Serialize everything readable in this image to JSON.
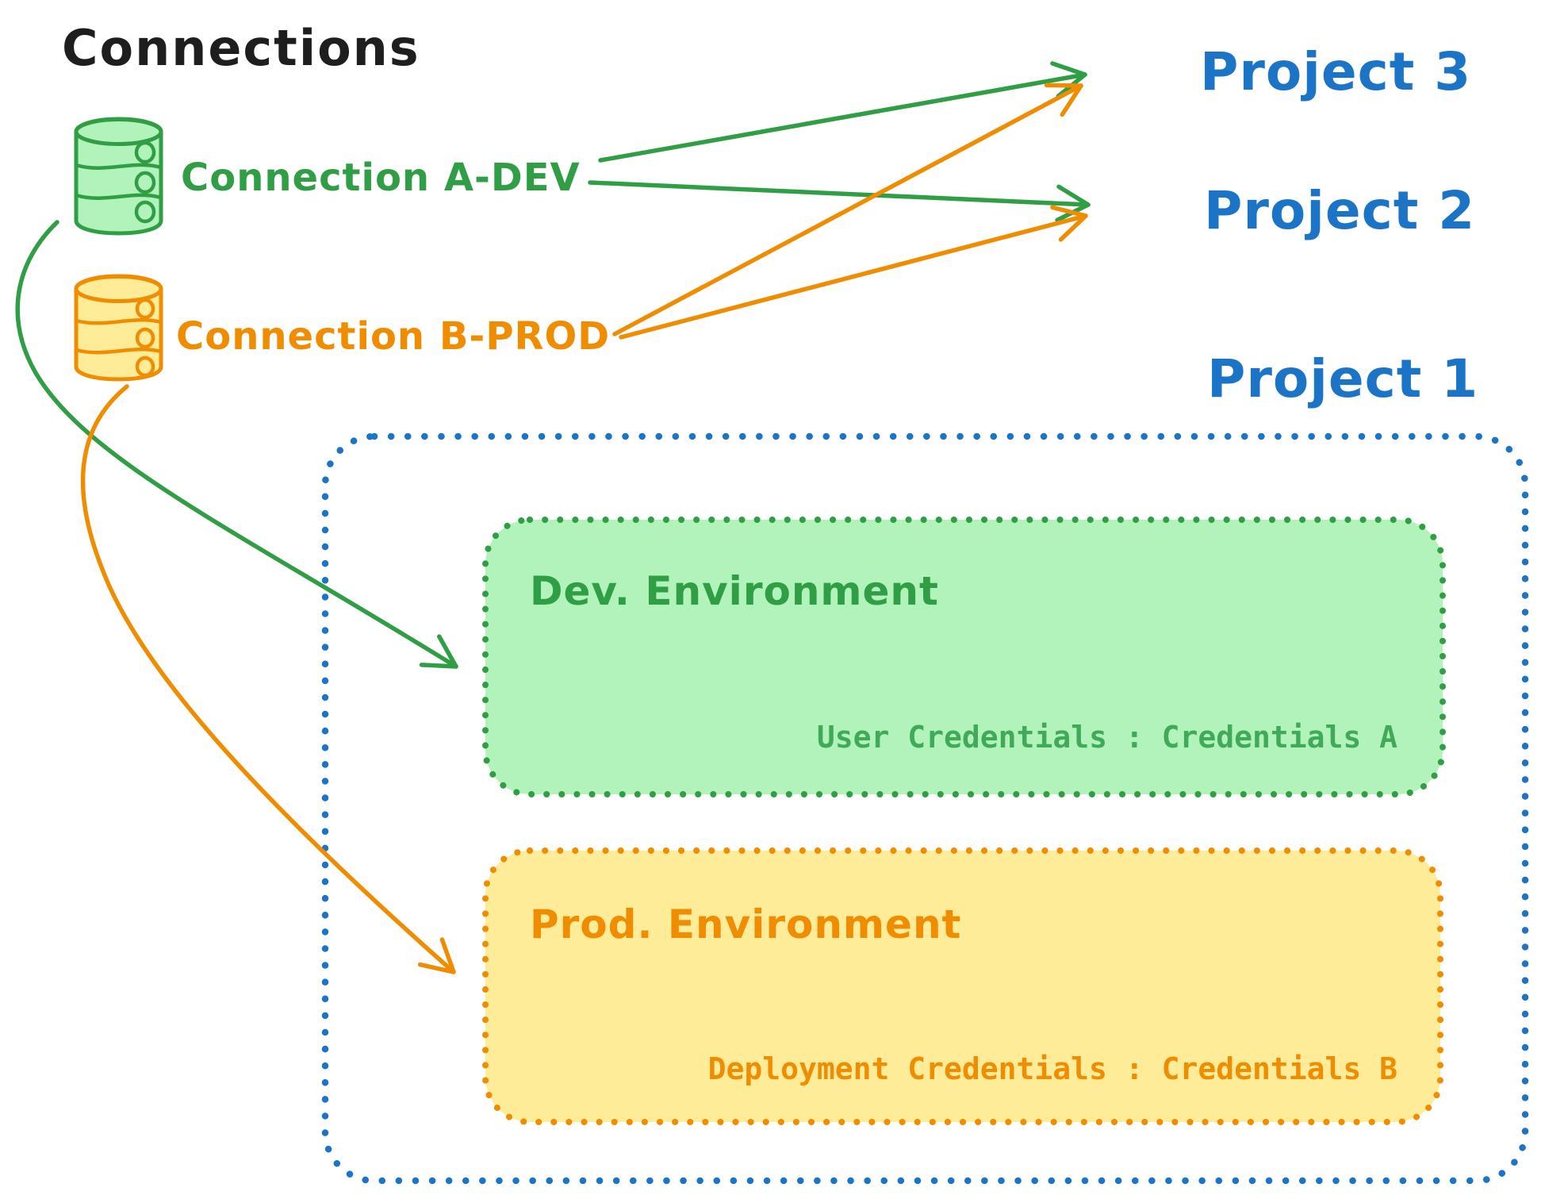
{
  "title": "Connections",
  "connection_a": {
    "label": "Connection A-DEV",
    "icon": "database-cylinder-icon"
  },
  "connection_b": {
    "label": "Connection B-PROD",
    "icon": "database-cylinder-icon"
  },
  "project_3": {
    "label": "Project 3"
  },
  "project_2": {
    "label": "Project 2"
  },
  "project_1": {
    "label": "Project 1"
  },
  "dev_env": {
    "title": "Dev. Environment",
    "credentials": "User Credentials : Credentials A"
  },
  "prod_env": {
    "title": "Prod. Environment",
    "credentials": "Deployment Credentials : Credentials B"
  },
  "edges": [
    {
      "from": "Connection A-DEV",
      "to": "Project 3",
      "color": "#2f9e44"
    },
    {
      "from": "Connection A-DEV",
      "to": "Project 2",
      "color": "#2f9e44"
    },
    {
      "from": "Connection B-PROD",
      "to": "Project 3",
      "color": "#f08c00"
    },
    {
      "from": "Connection A-DEV",
      "to": "Dev. Environment",
      "color": "#2f9e44"
    },
    {
      "from": "Connection B-PROD",
      "to": "Project 2",
      "color": "#f08c00"
    },
    {
      "from": "Connection B-PROD",
      "to": "Prod. Environment",
      "color": "#f08c00"
    }
  ],
  "palette": {
    "ink": "#1e1e1e",
    "green_stroke": "#2f9e44",
    "green_fill": "#b2f2bb",
    "orange_stroke": "#f08c00",
    "orange_fill": "#ffec99",
    "blue_stroke": "#1b74c5",
    "background": "#ffffff"
  }
}
